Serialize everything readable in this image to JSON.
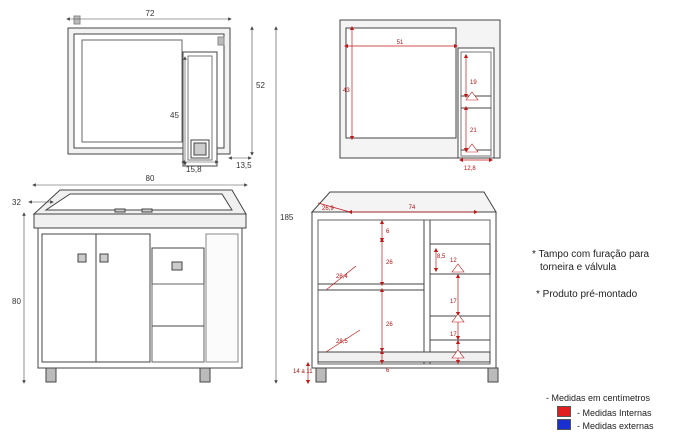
{
  "dimensions": {
    "mirror_width": "72",
    "mirror_height": "52",
    "mirror_cabinet_height": "45",
    "mirror_cabinet_width": "15,8",
    "mirror_cabinet_depth": "13,5",
    "mirror_internal_width": "51",
    "mirror_internal_height": "43",
    "mirror_shelf_top": "19",
    "mirror_shelf_bottom": "21",
    "mirror_internal_depth": "12,8",
    "vanity_width": "80",
    "vanity_depth": "32",
    "vanity_height": "80",
    "total_height": "185",
    "internal_width": "74",
    "internal_depth": "26,9",
    "shelf_gap_top": "6",
    "upper_height": "26",
    "upper_depth": "28,4",
    "lower_height": "26",
    "lower_depth": "28,5",
    "bottom_gap": "6",
    "drawer_height": "8,5",
    "niche_one": "12",
    "niche_two": "17",
    "niche_three": "17",
    "feet_height": "14 a 11"
  },
  "notes": {
    "tampo_line1": "* Tampo com furação para",
    "tampo_line2": "torneira e válvula",
    "montado": "* Produto pré-montado"
  },
  "legend": {
    "units": "- Medidas em centímetros",
    "internal": "- Medidas Internas",
    "external": "- Medidas externas",
    "internal_color": "#e02020",
    "external_color": "#1a2fd0"
  }
}
